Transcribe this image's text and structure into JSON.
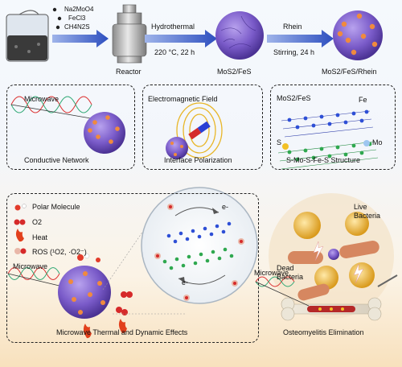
{
  "synthesis": {
    "reagents": [
      "Na2MoO4",
      "FeCl3",
      "CH4N2S"
    ],
    "step1_label": "Hydrothermal",
    "step1_cond": "220 °C, 22 h",
    "reactor_label": "Reactor",
    "product1_label": "MoS2/FeS",
    "step2_label": "Rhein",
    "step2_cond": "Stirring, 24 h",
    "product2_label": "MoS2/FeS/Rhein"
  },
  "panels": {
    "conductive": {
      "tag": "Microwave",
      "caption": "Conductive Network"
    },
    "interface": {
      "tag": "Electromagnetic Field",
      "caption": "Interface Polarization"
    },
    "structure": {
      "tag": "MoS2/FeS",
      "fe": "Fe",
      "s": "S",
      "mo": "Mo",
      "caption": "S-Mo-S-Fe-S Structure"
    }
  },
  "legend": {
    "items": [
      "Polar Molecule",
      "O2",
      "Heat",
      "ROS (¹O2, ·O2⁻)"
    ]
  },
  "effects": {
    "microwave": "Microwave",
    "electron1": "e-",
    "electron2": "e-",
    "caption": "Microwave Thermal and Dynamic Effects"
  },
  "osteo": {
    "live": "Live Bacteria",
    "dead": "Dead Bacteria",
    "microwave": "Microwave",
    "caption": "Osteomyelitis Elimination"
  },
  "colors": {
    "arrow": "#3b5fc4",
    "flower": "#7a5bc9",
    "sphere_dot": "#f08a3e",
    "mo_atom": "#2fa84f",
    "s_atom": "#2e4fd6",
    "heat": "#e2401c",
    "bacteria_live": "#e6a92c",
    "bacteria_dead": "#d68760"
  }
}
